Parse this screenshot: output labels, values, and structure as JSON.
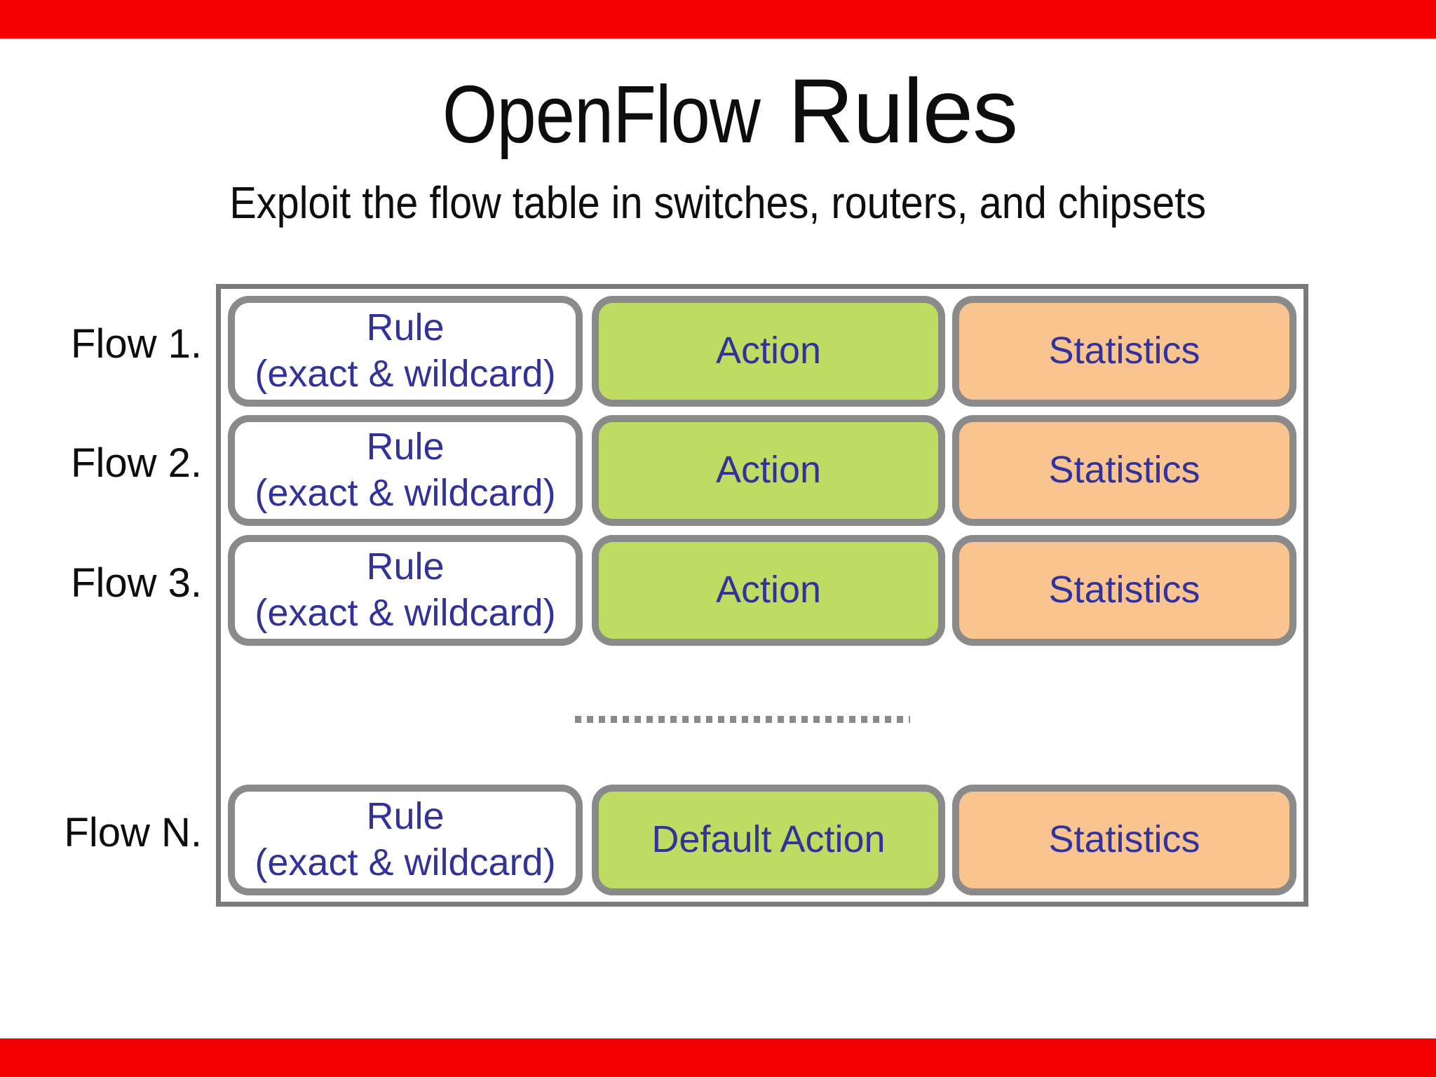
{
  "slide": {
    "title": {
      "word1": "OpenFlow",
      "word2": "Rules"
    },
    "subtitle": "Exploit the flow table in switches, routers, and chipsets"
  },
  "flow_table": {
    "rows": [
      {
        "label": "Flow 1.",
        "rule_line1": "Rule",
        "rule_line2": "(exact & wildcard)",
        "action": "Action",
        "statistics": "Statistics"
      },
      {
        "label": "Flow 2.",
        "rule_line1": "Rule",
        "rule_line2": "(exact & wildcard)",
        "action": "Action",
        "statistics": "Statistics"
      },
      {
        "label": "Flow 3.",
        "rule_line1": "Rule",
        "rule_line2": "(exact & wildcard)",
        "action": "Action",
        "statistics": "Statistics"
      },
      {
        "label": "Flow N.",
        "rule_line1": "Rule",
        "rule_line2": "(exact & wildcard)",
        "action": "Default Action",
        "statistics": "Statistics"
      }
    ]
  },
  "colors": {
    "action_green": "#BEDB62",
    "statistics_orange": "#FAC491",
    "box_text_navy": "#32339A",
    "box_border_gray": "#8A8A8A",
    "table_border_gray": "#7A7A7A",
    "title_black": "#0D0D0D",
    "edge_bar_red": "#F40000"
  }
}
